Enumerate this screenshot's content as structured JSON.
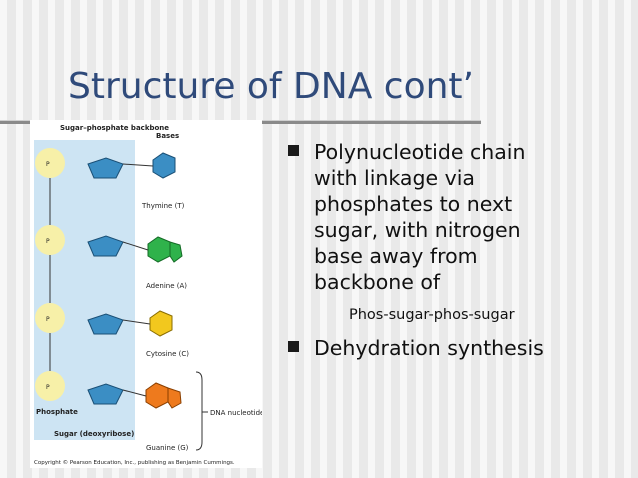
{
  "slide": {
    "title": "Structure of DNA cont’",
    "bullets": [
      "Polynucleotide chain with linkage via phosphates to next sugar, with nitrogen base away from backbone of",
      "Dehydration synthesis"
    ],
    "sub_item": "Phos-sugar-phos-sugar"
  },
  "figure": {
    "header_backbone": "Sugar–phosphate backbone",
    "header_bases": "Bases",
    "base_names": [
      "Thymine (T)",
      "Adenine (A)",
      "Cytosine (C)",
      "Guanine (G)"
    ],
    "label_phosphate": "Phosphate",
    "label_sugar": "Sugar (deoxyribose)",
    "label_nucleotide": "DNA nucleotide",
    "copyright": "Copyright © Pearson Education, Inc., publishing as Benjamin Cummings.",
    "colors": {
      "backbone_strip": "#cde4f3",
      "phosphate": "#f7f0a8",
      "thymine": "#3b8ec4",
      "adenine": "#2fb24b",
      "cytosine": "#f2c81e",
      "guanine": "#ee7a1d"
    }
  }
}
